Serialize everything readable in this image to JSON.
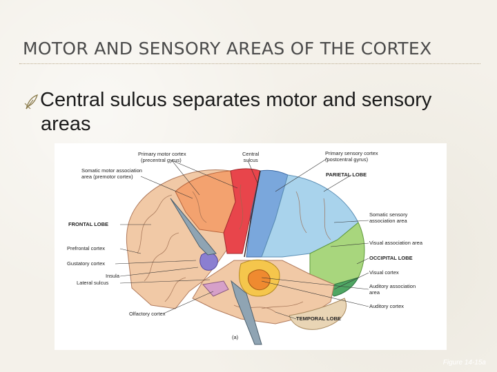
{
  "slide": {
    "title": "MOTOR AND SENSORY AREAS OF THE CORTEX",
    "bullet_line1": "Central sulcus separates motor and sensory",
    "bullet_line2": "areas",
    "bullet_icon": "quill-pen-icon",
    "caption": "Figure 14-15a"
  },
  "figure": {
    "labels": {
      "primary_motor": "Primary motor cortex",
      "primary_motor_sub": "(precentral gyrus)",
      "central_sulcus": "Central",
      "central_sulcus_sub": "sulcus",
      "primary_sensory": "Primary sensory cortex",
      "primary_sensory_sub": "(postcentral gyrus)",
      "somatic_motor": "Somatic motor association",
      "somatic_motor_sub": "area (premotor cortex)",
      "parietal": "PARIETAL LOBE",
      "frontal": "FRONTAL LOBE",
      "somatic_sensory": "Somatic sensory",
      "somatic_sensory_sub": "association area",
      "prefrontal": "Prefrontal cortex",
      "visual_assoc": "Visual association area",
      "gustatory": "Gustatory cortex",
      "occipital": "OCCIPITAL LOBE",
      "insula": "Insula",
      "lateral_sulcus": "Lateral sulcus",
      "visual_cortex": "Visual cortex",
      "auditory_assoc": "Auditory association",
      "auditory_assoc_sub": "area",
      "olfactory": "Olfactory cortex",
      "auditory_cortex": "Auditory cortex",
      "temporal": "TEMPORAL LOBE",
      "panel": "(a)"
    }
  }
}
